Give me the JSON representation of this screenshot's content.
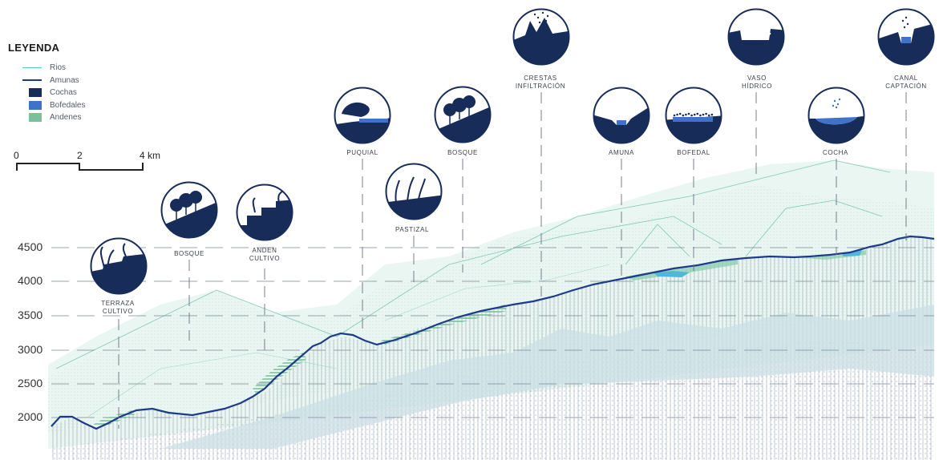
{
  "legend": {
    "title": "LEYENDA",
    "items": [
      {
        "label": "Rios",
        "kind": "line",
        "color": "#5cc8c4",
        "weight": 1
      },
      {
        "label": "Amunas",
        "kind": "line",
        "color": "#1e3a8a",
        "weight": 2
      },
      {
        "label": "Cochas",
        "kind": "box",
        "color": "#182c5a"
      },
      {
        "label": "Bofedales",
        "kind": "box",
        "color": "#3f72c8"
      },
      {
        "label": "Andenes",
        "kind": "box",
        "color": "#7cbf9c"
      }
    ]
  },
  "scale": {
    "labels": [
      "0",
      "2",
      "4 km"
    ]
  },
  "altitude_axis": [
    {
      "label": "4500",
      "value": 4500
    },
    {
      "label": "4000",
      "value": 4000
    },
    {
      "label": "3500",
      "value": 3500
    },
    {
      "label": "3000",
      "value": 3000
    },
    {
      "label": "2500",
      "value": 2500
    },
    {
      "label": "2000",
      "value": 2000
    }
  ],
  "stations": [
    {
      "id": "terraza-cultivo",
      "label": "TERRAZA\nCULTIVO",
      "icon": "terraced-plants-icon"
    },
    {
      "id": "bosque-1",
      "label": "BOSQUE",
      "icon": "trees-icon"
    },
    {
      "id": "anden-cultivo",
      "label": "ANDEN\nCULTIVO",
      "icon": "terrace-steps-icon"
    },
    {
      "id": "puquial",
      "label": "PUQUIAL",
      "icon": "spring-icon"
    },
    {
      "id": "pastizal",
      "label": "PASTIZAL",
      "icon": "grassland-icon"
    },
    {
      "id": "bosque-2",
      "label": "BOSQUE",
      "icon": "trees-icon"
    },
    {
      "id": "crestas-infiltracion",
      "label": "CRESTAS\nINFILTRACIÓN",
      "icon": "ridge-infiltration-icon"
    },
    {
      "id": "amuna",
      "label": "AMUNA",
      "icon": "amuna-channel-icon"
    },
    {
      "id": "bofedal",
      "label": "BOFEDAL",
      "icon": "wetland-icon"
    },
    {
      "id": "vaso-hidrico",
      "label": "VASO\nHÍDRICO",
      "icon": "water-basin-icon"
    },
    {
      "id": "cocha",
      "label": "COCHA",
      "icon": "lagoon-icon"
    },
    {
      "id": "canal-captacion",
      "label": "CANAL\nCAPTACIÓN",
      "icon": "capture-channel-icon"
    }
  ],
  "colors": {
    "navy": "#182c5a",
    "river": "#5cc8c4",
    "bofedal": "#3f72c8",
    "andenes": "#7cbf9c",
    "mist": "#d7eee6",
    "ground": "#b9d4dc"
  }
}
